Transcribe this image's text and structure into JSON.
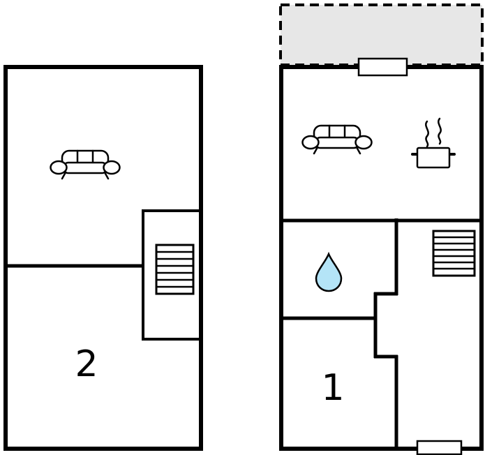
{
  "colors": {
    "wall": "#000000",
    "terrace_fill": "#e7e7e7",
    "water_drop": "#b4e4f7",
    "background": "#ffffff"
  },
  "floorplan": {
    "units": [
      {
        "label": "2",
        "features": [
          "sofa-icon",
          "staircase-icon"
        ]
      },
      {
        "label": "1",
        "features": [
          "sofa-icon",
          "stove-pot-icon",
          "staircase-icon",
          "water-drop-icon",
          "terrace",
          "terrace-door",
          "entrance-door"
        ]
      }
    ]
  }
}
